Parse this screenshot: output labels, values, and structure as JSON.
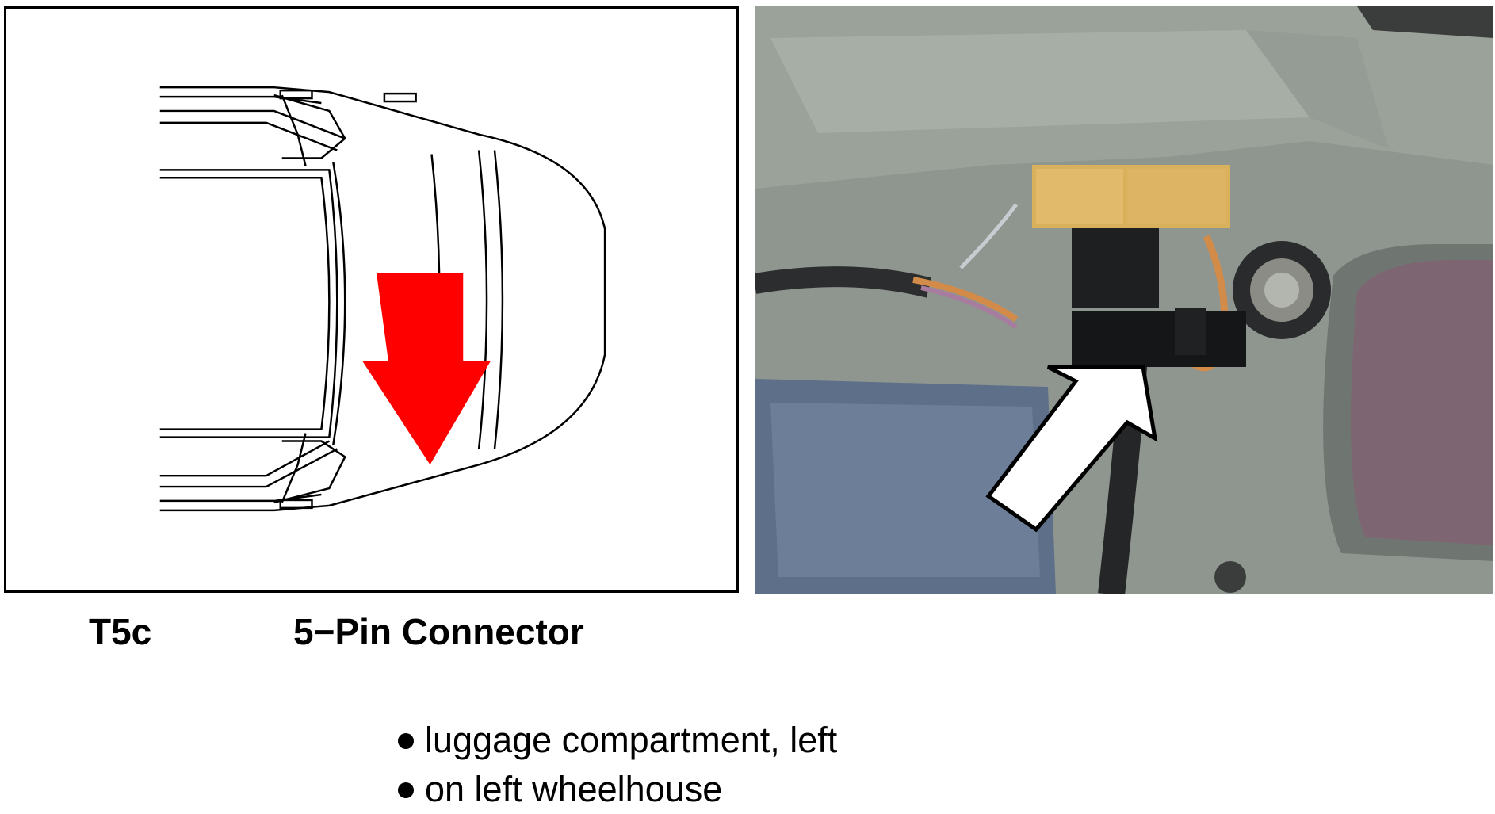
{
  "connector": {
    "code": "T5c",
    "name": "5−Pin Connector"
  },
  "locations": [
    "luggage compartment, left",
    "on left wheelhouse"
  ],
  "icons": {
    "diagram_arrow": "red-down-arrow-icon",
    "photo_arrow": "white-pointer-arrow-icon",
    "bullet": "bullet-dot-icon"
  },
  "colors": {
    "diagram_arrow": "#ff0000",
    "connector_housing": "#d9b05c"
  }
}
